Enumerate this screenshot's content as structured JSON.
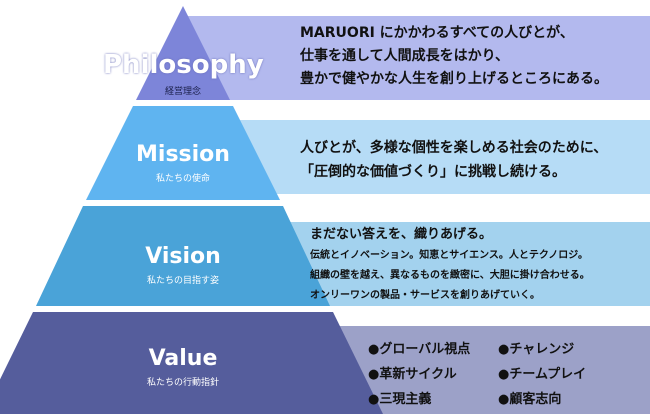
{
  "colors": {
    "philosophy": "#7d85d9",
    "mission": "#5fb4f0",
    "vision": "#4aa3d8",
    "value": "#555d9c",
    "philosophy_band": "#b3b9ee",
    "mission_band": "#b6dcf6",
    "vision_band": "#a3d2ee",
    "value_band": "#9ca1c8"
  },
  "tiers": [
    {
      "title": "Philosophy",
      "subtitle": "経営理念",
      "lines": [
        "MARUORI にかかわるすべての人びとが、",
        "仕事を通して人間成長をはかり、",
        "豊かで健やかな人生を創り上げるところにある。"
      ]
    },
    {
      "title": "Mission",
      "subtitle": "私たちの使命",
      "lines": [
        "人びとが、多様な個性を楽しめる社会のために、",
        "「圧倒的な価値づくり」に挑戦し続ける。"
      ]
    },
    {
      "title": "Vision",
      "subtitle": "私たちの目指す姿",
      "headline": "まだない答えを、織りあげる。",
      "lines": [
        "伝統とイノベーション。知恵とサイエンス。人とテクノロジ。",
        "組織の壁を越え、異なるものを緻密に、大胆に掛け合わせる。",
        "オンリーワンの製品・サービスを創りあげていく。"
      ]
    },
    {
      "title": "Value",
      "subtitle": "私たちの行動指針",
      "values": [
        "●グローバル視点",
        "●チャレンジ",
        "●革新サイクル",
        "●チームプレイ",
        "●三現主義",
        "●顧客志向"
      ]
    }
  ]
}
